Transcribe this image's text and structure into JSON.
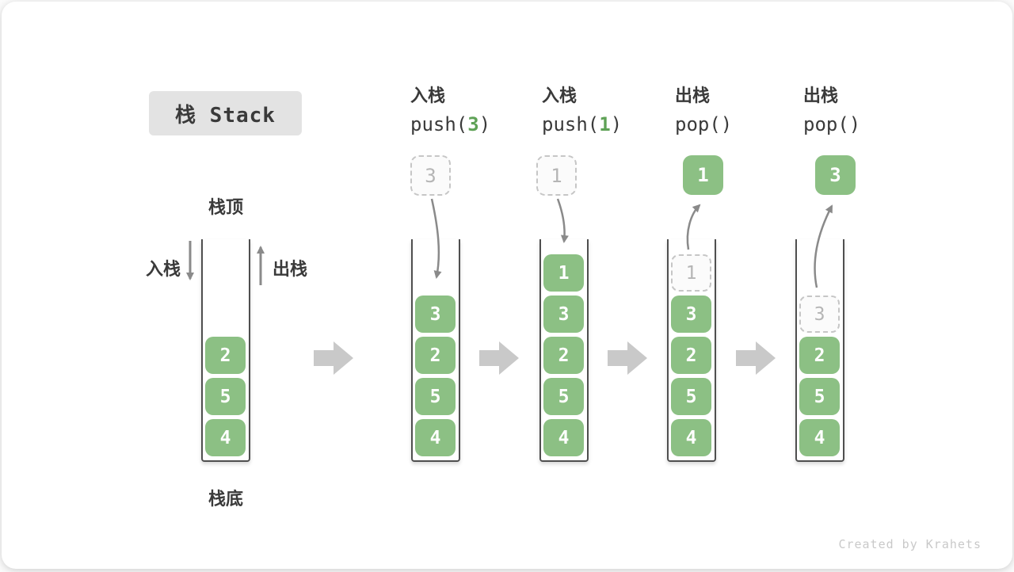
{
  "title": "栈 Stack",
  "labels": {
    "stack_top": "栈顶",
    "stack_bottom": "栈底",
    "push_side": "入栈",
    "pop_side": "出栈"
  },
  "operations": [
    {
      "name": "入栈",
      "code_pre": "push(",
      "arg": "3",
      "code_post": ")"
    },
    {
      "name": "入栈",
      "code_pre": "push(",
      "arg": "1",
      "code_post": ")"
    },
    {
      "name": "出栈",
      "code_pre": "pop(",
      "arg": "",
      "code_post": ")"
    },
    {
      "name": "出栈",
      "code_pre": "pop(",
      "arg": "",
      "code_post": ")"
    }
  ],
  "floats": [
    {
      "value": "3",
      "style": "dashed"
    },
    {
      "value": "1",
      "style": "dashed"
    },
    {
      "value": "1",
      "style": "solid"
    },
    {
      "value": "3",
      "style": "solid"
    }
  ],
  "stacks": [
    {
      "cells": [
        {
          "value": "2"
        },
        {
          "value": "5"
        },
        {
          "value": "4"
        }
      ]
    },
    {
      "cells": [
        {
          "value": "3"
        },
        {
          "value": "2"
        },
        {
          "value": "5"
        },
        {
          "value": "4"
        }
      ]
    },
    {
      "cells": [
        {
          "value": "1"
        },
        {
          "value": "3"
        },
        {
          "value": "2"
        },
        {
          "value": "5"
        },
        {
          "value": "4"
        }
      ]
    },
    {
      "cells": [
        {
          "value": "1",
          "ghost": true
        },
        {
          "value": "3"
        },
        {
          "value": "2"
        },
        {
          "value": "5"
        },
        {
          "value": "4"
        }
      ]
    },
    {
      "cells": [
        {
          "value": "3",
          "ghost": true
        },
        {
          "value": "2"
        },
        {
          "value": "5"
        },
        {
          "value": "4"
        }
      ]
    }
  ],
  "watermark": "Created by Krahets",
  "colors": {
    "box_green": "#8CC084",
    "arg_green": "#5FA257",
    "text_dark": "#3A3A3A",
    "wall_gray": "#4F4F4F",
    "flow_arrow_gray": "#8A8A8A",
    "step_arrow_gray": "#C9C9C9",
    "ghost_border": "#C6C6C6",
    "ghost_text": "#B5B5B5",
    "title_bg": "#E3E3E3",
    "watermark_gray": "#C9C9C9"
  }
}
